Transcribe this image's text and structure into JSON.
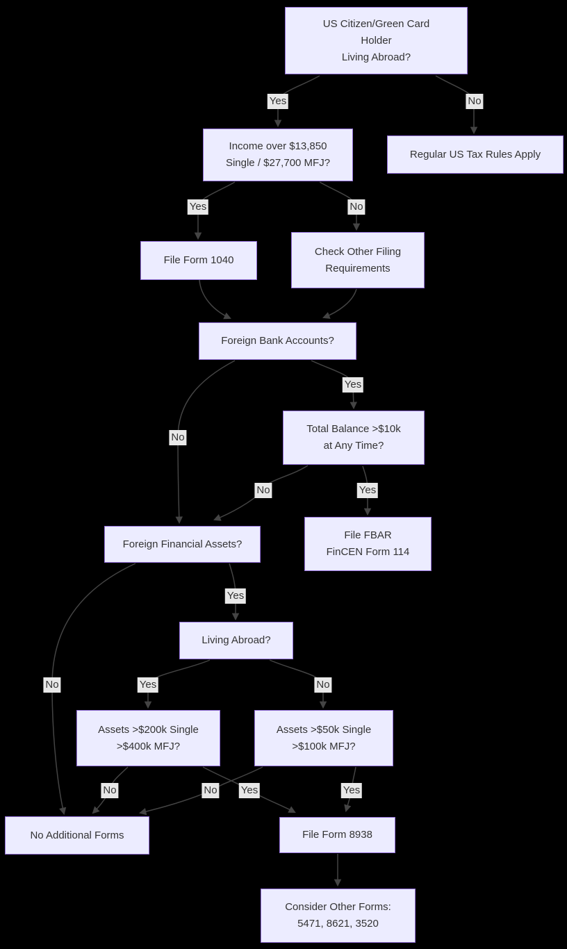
{
  "diagram": {
    "type": "flowchart",
    "direction": "top-down",
    "background_color": "#000000",
    "node_fill_color": "#ECECFF",
    "node_border_color": "#9370DB",
    "node_text_color": "#333333",
    "edge_line_color": "#444444",
    "edge_label_background": "#e8e8e8",
    "edge_label_text_color": "#333333"
  },
  "nodes": {
    "start": {
      "label": "US Citizen/Green Card\nHolder\nLiving Abroad?"
    },
    "income": {
      "label": "Income over $13,850\nSingle / $27,700 MFJ?"
    },
    "regular_rules": {
      "label": "Regular US Tax Rules Apply"
    },
    "form_1040": {
      "label": "File Form 1040"
    },
    "other_filing": {
      "label": "Check Other Filing\nRequirements"
    },
    "bank_accounts": {
      "label": "Foreign Bank Accounts?"
    },
    "balance": {
      "label": "Total Balance >$10k\nat Any Time?"
    },
    "fbar": {
      "label": "File FBAR\nFinCEN Form 114"
    },
    "financial_assets": {
      "label": "Foreign Financial Assets?"
    },
    "living_abroad": {
      "label": "Living Abroad?"
    },
    "assets_abroad": {
      "label": "Assets >$200k Single\n>$400k MFJ?"
    },
    "assets_domestic": {
      "label": "Assets >$50k Single\n>$100k MFJ?"
    },
    "no_forms": {
      "label": "No Additional Forms"
    },
    "form_8938": {
      "label": "File Form 8938"
    },
    "other_forms": {
      "label": "Consider Other Forms:\n5471, 8621, 3520"
    }
  },
  "edges": {
    "start_income": {
      "from": "start",
      "to": "income",
      "label": "Yes"
    },
    "start_regular": {
      "from": "start",
      "to": "regular_rules",
      "label": "No"
    },
    "income_1040": {
      "from": "income",
      "to": "form_1040",
      "label": "Yes"
    },
    "income_other": {
      "from": "income",
      "to": "other_filing",
      "label": "No"
    },
    "f1040_bank": {
      "from": "form_1040",
      "to": "bank_accounts",
      "label": ""
    },
    "other_bank": {
      "from": "other_filing",
      "to": "bank_accounts",
      "label": ""
    },
    "bank_balance": {
      "from": "bank_accounts",
      "to": "balance",
      "label": "Yes"
    },
    "bank_assets": {
      "from": "bank_accounts",
      "to": "financial_assets",
      "label": "No"
    },
    "balance_assets": {
      "from": "balance",
      "to": "financial_assets",
      "label": "No"
    },
    "balance_fbar": {
      "from": "balance",
      "to": "fbar",
      "label": "Yes"
    },
    "assets_living": {
      "from": "financial_assets",
      "to": "living_abroad",
      "label": "Yes"
    },
    "assets_noforms": {
      "from": "financial_assets",
      "to": "no_forms",
      "label": "No"
    },
    "living_abroad_thresh": {
      "from": "living_abroad",
      "to": "assets_abroad",
      "label": "Yes"
    },
    "living_domestic_thresh": {
      "from": "living_abroad",
      "to": "assets_domestic",
      "label": "No"
    },
    "abroad_noforms": {
      "from": "assets_abroad",
      "to": "no_forms",
      "label": "No"
    },
    "abroad_8938": {
      "from": "assets_abroad",
      "to": "form_8938",
      "label": "Yes"
    },
    "domestic_noforms": {
      "from": "assets_domestic",
      "to": "no_forms",
      "label": "No"
    },
    "domestic_8938": {
      "from": "assets_domestic",
      "to": "form_8938",
      "label": "Yes"
    },
    "form8938_other": {
      "from": "form_8938",
      "to": "other_forms",
      "label": ""
    }
  }
}
